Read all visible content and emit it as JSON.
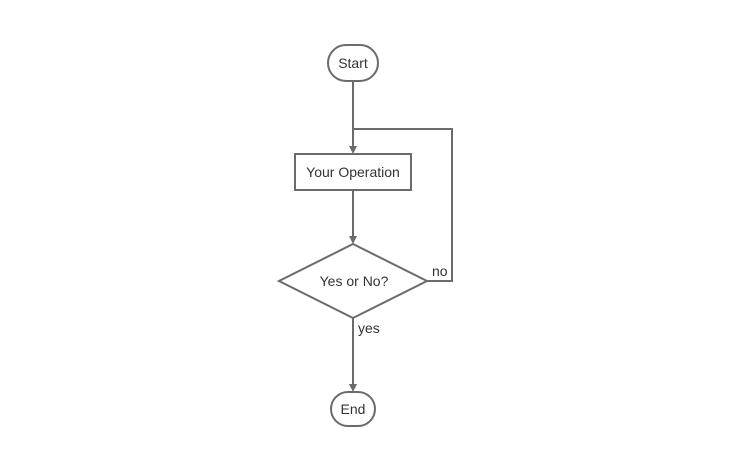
{
  "diagram": {
    "type": "flowchart",
    "nodes": {
      "start": {
        "label": "Start",
        "shape": "terminal"
      },
      "operation": {
        "label": "Your Operation",
        "shape": "process"
      },
      "decision": {
        "label": "Yes or No?",
        "shape": "decision"
      },
      "end": {
        "label": "End",
        "shape": "terminal"
      }
    },
    "edges": {
      "start_to_operation": {
        "from": "start",
        "to": "operation",
        "label": ""
      },
      "operation_to_decision": {
        "from": "operation",
        "to": "decision",
        "label": ""
      },
      "decision_no": {
        "from": "decision",
        "to": "operation",
        "label": "no"
      },
      "decision_yes": {
        "from": "decision",
        "to": "end",
        "label": "yes"
      }
    },
    "colors": {
      "stroke": "#6b6b6b",
      "text": "#333333",
      "background": "#ffffff"
    }
  }
}
